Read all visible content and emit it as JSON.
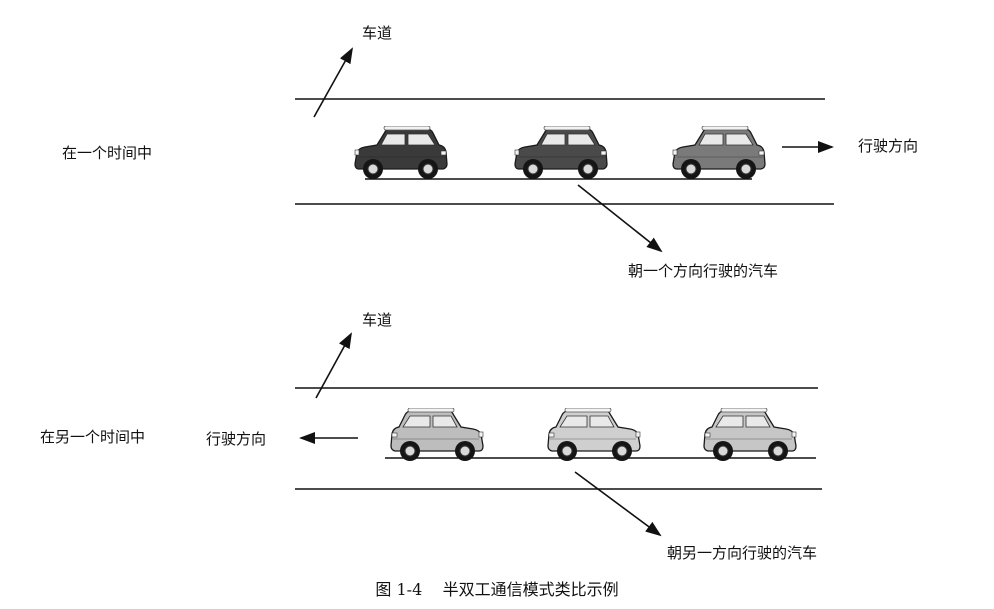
{
  "scene_top": {
    "lane_label": "车道",
    "time_label": "在一个时间中",
    "direction_label": "行驶方向",
    "cars_label": "朝一个方向行驶的汽车"
  },
  "scene_bottom": {
    "lane_label": "车道",
    "time_label": "在另一个时间中",
    "direction_label": "行驶方向",
    "cars_label": "朝另一方向行驶的汽车"
  },
  "caption": "图 1-4    半双工通信模式类比示例",
  "colors": {
    "ink": "#111111",
    "car_dark_body": "#3a3a3a",
    "car_mid_body": "#6f6f6f",
    "car_light_body": "#c4c4c4",
    "window": "#eaeaea"
  }
}
